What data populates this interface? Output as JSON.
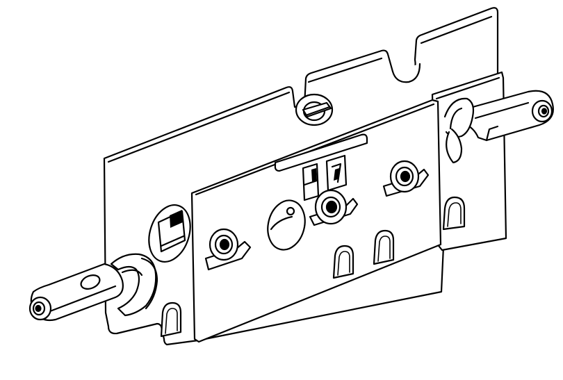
{
  "drawing": {
    "subject": "line-art-mounting-plate-assembly",
    "stroke_color": "#000000",
    "fill_color": "#ffffff",
    "shading_color": "#000000",
    "parts": [
      {
        "name": "back-plate",
        "label": ""
      },
      {
        "name": "front-plate",
        "label": ""
      },
      {
        "name": "right-bracket-plate",
        "label": ""
      },
      {
        "name": "left-link-arm",
        "label": ""
      },
      {
        "name": "right-link-arm",
        "label": ""
      },
      {
        "name": "spring-clip-top",
        "label": ""
      },
      {
        "name": "pivot-bosses",
        "label": ""
      },
      {
        "name": "rectangular-tabs",
        "label": ""
      },
      {
        "name": "arched-slots",
        "label": ""
      }
    ]
  }
}
